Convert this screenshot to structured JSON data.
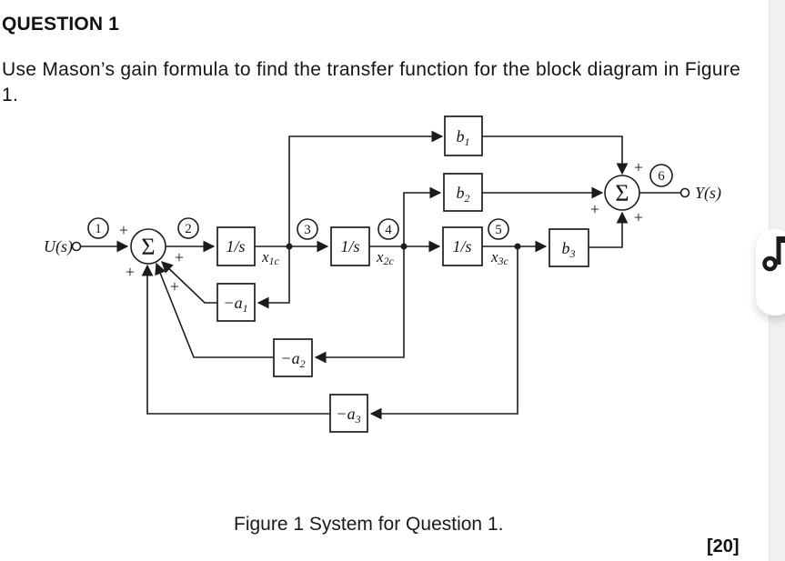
{
  "header": {
    "title": "QUESTION 1"
  },
  "question": {
    "line1": "Use Mason’s gain formula to find the transfer function for the block diagram in Figure",
    "line2": "1."
  },
  "diagram": {
    "input_signal": "U(s)",
    "output_signal": "Y(s)",
    "summer_symbol": "Σ",
    "plus_sign": "+",
    "node_numbers": [
      "1",
      "2",
      "3",
      "4",
      "5",
      "6"
    ],
    "integrator_blocks": [
      "1/s",
      "1/s",
      "1/s"
    ],
    "feedforward_blocks": [
      {
        "base": "b",
        "sub": "1"
      },
      {
        "base": "b",
        "sub": "2"
      },
      {
        "base": "b",
        "sub": "3"
      }
    ],
    "feedback_blocks": [
      {
        "base": "−a",
        "sub": "1"
      },
      {
        "base": "−a",
        "sub": "2"
      },
      {
        "base": "−a",
        "sub": "3"
      }
    ],
    "state_labels": [
      {
        "base": "x",
        "sub": "1c"
      },
      {
        "base": "x",
        "sub": "2c"
      },
      {
        "base": "x",
        "sub": "3c"
      }
    ]
  },
  "figure": {
    "caption": "Figure 1 System for Question 1.",
    "marks": "[20]"
  },
  "side_widget": {
    "icon": "music-note"
  }
}
